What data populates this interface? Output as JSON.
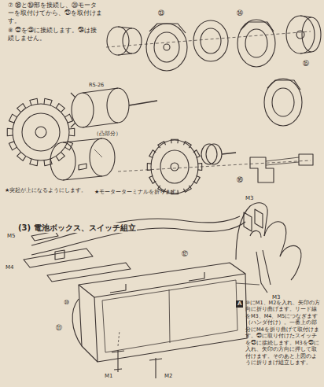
{
  "diagram": {
    "labels": [
      "⑦ ⑱と⑲部を接続し、⑳モーターを取付けてから、㉑を取付けます。",
      "⑧ ㉒を㉓に接続します。㉔は接続しません。",
      "RS-26",
      "（凸部分）",
      "★突起が上になるようにします。",
      "★モーターターミナルを折ります。",
      "(3) 電池ボックス、スイッチ組立",
      "M3",
      "M5",
      "M4",
      "M3",
      "M1",
      "M2",
      "A",
      "⑩にM1、M2を入れ、矢印の方向に折り曲げます。リード線をM3、M4、M5につなぎます（ハンダ付け）。一番上の部分にM4を折り曲げて取付けます。㉑に取り付けたスイッチを㉑に接続します。M3を㉑に入れ、矢印の方向に押して取付けます。そのあと上図のように折りまげ組立します。",
      "⑬",
      "⑭",
      "⑮",
      "⑯",
      "⑩",
      "⑪",
      "⑫"
    ]
  }
}
